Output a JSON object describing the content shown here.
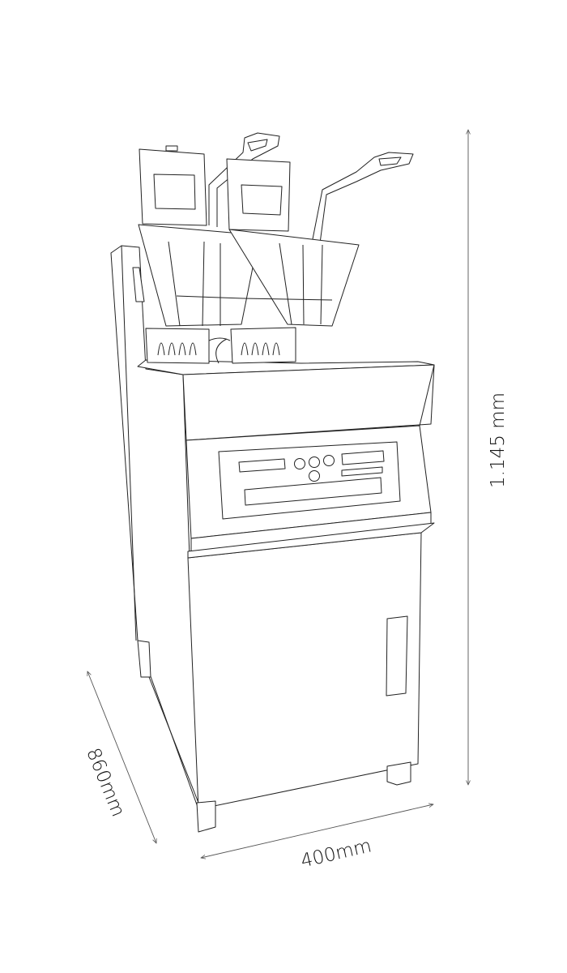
{
  "title": "Fryer dimensions drawing",
  "dimensions": {
    "height": "1.145 mm",
    "depth": "860mm",
    "width": "400mm"
  },
  "colors": {
    "line": "#222222",
    "dimension_line": "#555555",
    "background": "#ffffff"
  }
}
